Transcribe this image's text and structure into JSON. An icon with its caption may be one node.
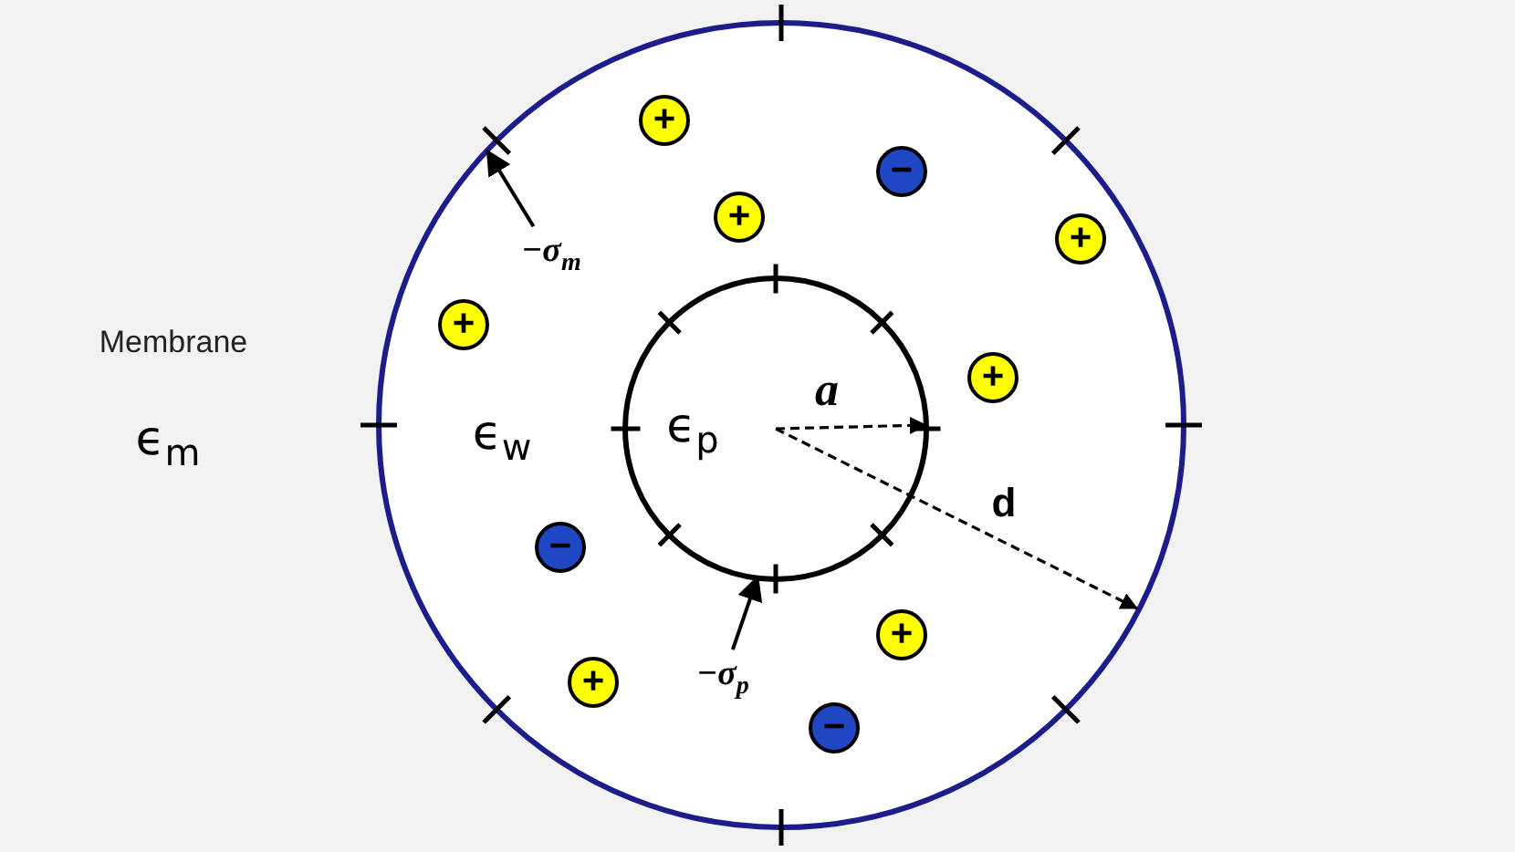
{
  "diagram": {
    "nodes": [
      {
        "text": [
          "ϵ$_{w}$"
        ]
      },
      {
        "text": [
          "ϵ$_{p}$"
        ],
        "in": 0
      },
      {
        "text": [
          "+"
        ],
        "in": 0
      },
      {
        "text": [
          "−"
        ],
        "in": 0
      },
      {
        "text": [
          "+"
        ],
        "in": 0
      },
      {
        "text": [
          "+"
        ],
        "in": 0
      },
      {
        "text": [
          "+"
        ],
        "in": 0
      },
      {
        "text": [
          "+"
        ],
        "in": 0
      },
      {
        "text": [
          "−"
        ],
        "in": 0
      },
      {
        "text": [
          "+"
        ],
        "in": 0
      },
      {
        "text": [
          "+"
        ],
        "in": 0
      },
      {
        "text": [
          "−"
        ],
        "in": 0
      },
      {
        "text": [
          "−σ$_{m}$"
        ],
        "in": 0
      },
      {
        "text": [
          "−σ$_{p}$"
        ],
        "in": 0
      }
    ],
    "edges": [
      {
        "from": 12,
        "to": 0,
        "arrow": "to"
      },
      {
        "from": 13,
        "to": 1,
        "arrow": "to"
      }
    ],
    "labels": [
      "Membrane",
      "ϵ$_{m}$",
      "a",
      "d"
    ]
  }
}
